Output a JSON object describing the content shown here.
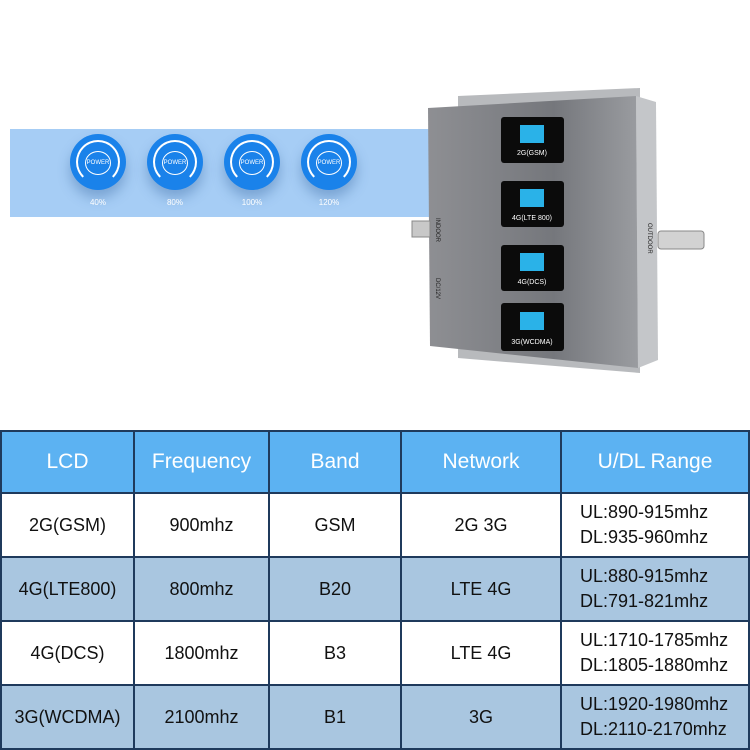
{
  "gauges": [
    {
      "label": "POWER",
      "value": "40%"
    },
    {
      "label": "POWER",
      "value": "80%"
    },
    {
      "label": "POWER",
      "value": "100%"
    },
    {
      "label": "POWER",
      "value": "120%"
    }
  ],
  "device": {
    "screens": [
      "2G(GSM)",
      "4G(LTE 800)",
      "4G(DCS)",
      "3G(WCDMA)"
    ],
    "ports": {
      "indoor": "INDOOR",
      "outdoor": "OUTDOOR",
      "power": "DC/12V"
    }
  },
  "table": {
    "headers": [
      "LCD",
      "Frequency",
      "Band",
      "Network",
      "U/DL Range"
    ],
    "rows": [
      {
        "lcd": "2G(GSM)",
        "freq": "900mhz",
        "band": "GSM",
        "network": "2G 3G",
        "ul": "UL:890-915mhz",
        "dl": "DL:935-960mhz"
      },
      {
        "lcd": "4G(LTE800)",
        "freq": "800mhz",
        "band": "B20",
        "network": "LTE 4G",
        "ul": "UL:880-915mhz",
        "dl": "DL:791-821mhz"
      },
      {
        "lcd": "4G(DCS)",
        "freq": "1800mhz",
        "band": "B3",
        "network": "LTE 4G",
        "ul": "UL:1710-1785mhz",
        "dl": "DL:1805-1880mhz"
      },
      {
        "lcd": "3G(WCDMA)",
        "freq": "2100mhz",
        "band": "B1",
        "network": "3G",
        "ul": "UL:1920-1980mhz",
        "dl": "DL:2110-2170mhz"
      }
    ]
  }
}
